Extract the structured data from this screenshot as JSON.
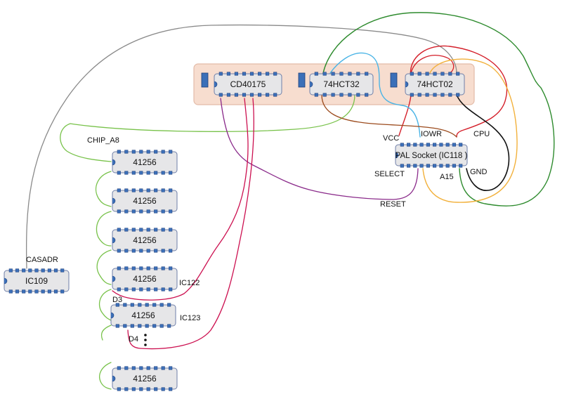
{
  "colors": {
    "chip_fill": "#e6e6e8",
    "chip_stroke": "#6f7fa8",
    "pin": "#3b6fb8",
    "pin_stroke": "#1f3f7a",
    "panel_fill": "#f7ddcf",
    "panel_stroke": "#e3bba8",
    "wire_green": "#2e8b2e",
    "wire_lightgreen": "#78c24a",
    "wire_red": "#d41f2a",
    "wire_orange": "#f2b13c",
    "wire_black": "#111111",
    "wire_gray": "#8a8a8a",
    "wire_purple": "#8a2a8a",
    "wire_magenta": "#cc1050",
    "wire_blue": "#4ab4e6",
    "wire_brown": "#9b4a1c"
  },
  "chips": {
    "cd40175": "CD40175",
    "hct32": "74HCT32",
    "hct02": "74HCT02",
    "pal": "PAL Socket (IC118 )",
    "ic109": "IC109",
    "ram": "41256"
  },
  "labels": {
    "chip_a8": "CHIP_A8",
    "casadr": "CASADR",
    "vcc": "VCC",
    "iowr": "IOWR",
    "cpu": "CPU",
    "select": "SELECT",
    "a15": "A15",
    "gnd": "GND",
    "reset": "RESET",
    "ic122": "IC122",
    "ic123": "IC123",
    "d3": "D3",
    "d4": "D4"
  },
  "icons": {
    "ellipsis": "vertical-ellipsis-icon"
  }
}
